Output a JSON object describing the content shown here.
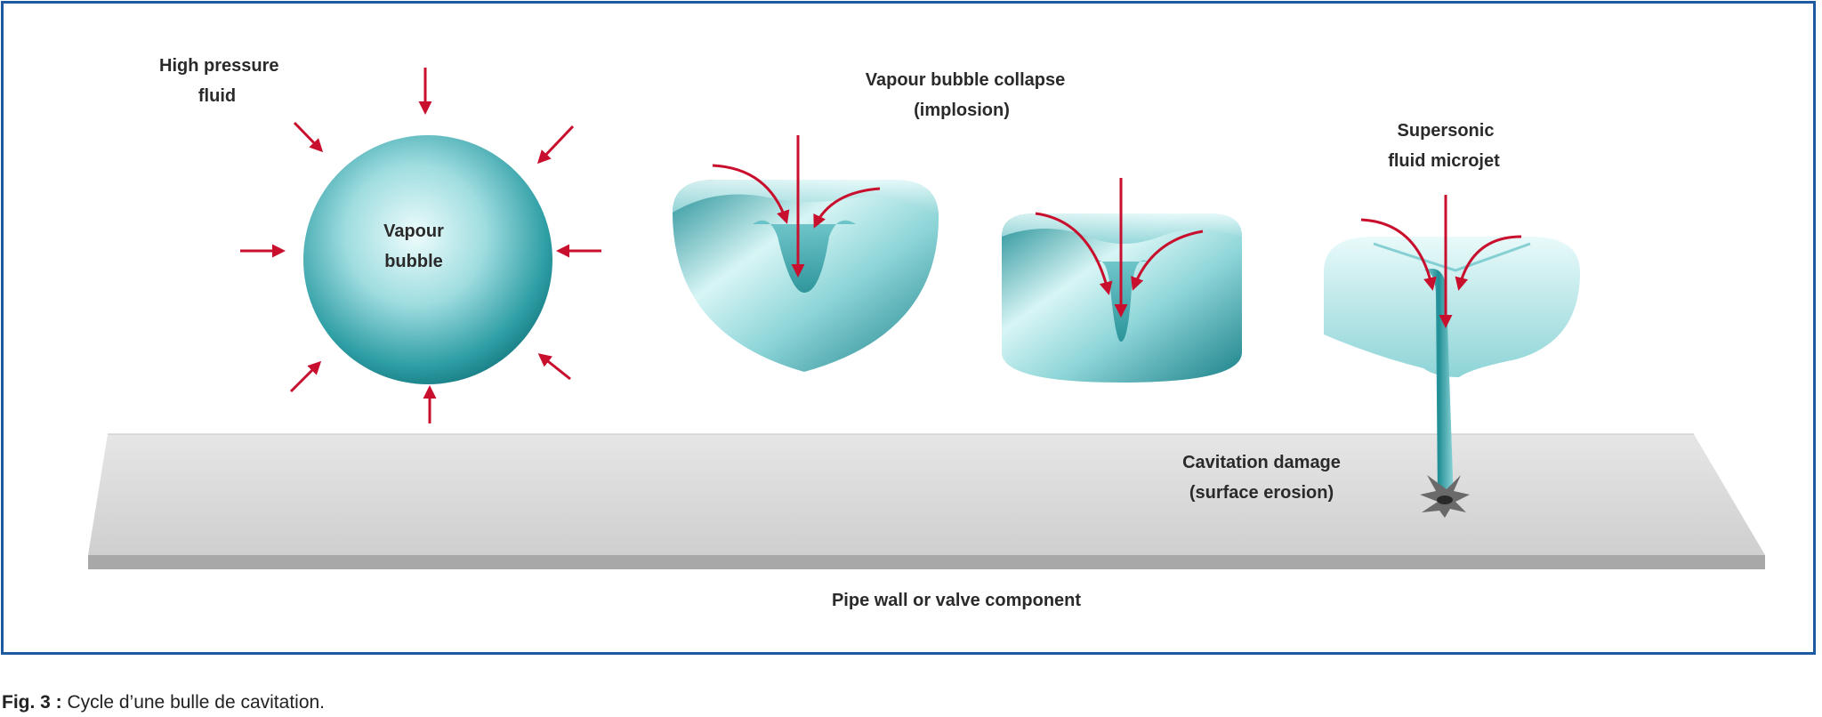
{
  "labels": {
    "high_pressure": [
      "High pressure",
      "fluid"
    ],
    "vapour_bubble": [
      "Vapour",
      "bubble"
    ],
    "collapse": [
      "Vapour bubble collapse",
      "(implosion)"
    ],
    "microjet": [
      "Supersonic",
      "fluid microjet"
    ],
    "damage": [
      "Cavitation damage",
      "(surface erosion)"
    ],
    "wall": "Pipe wall or valve component"
  },
  "caption": {
    "prefix": "Fig. 3 :",
    "text": " Cycle d’une bulle de cavitation."
  },
  "colors": {
    "frame": "#1f5aa0",
    "bubble_light": "#e8fbfb",
    "bubble_mid": "#7ccfd2",
    "bubble_dark": "#1f8e95",
    "arrow": "#c8102e",
    "wall_top": "#d9d9d9",
    "wall_edge": "#a8a8a8",
    "text": "#2a2a2a"
  }
}
